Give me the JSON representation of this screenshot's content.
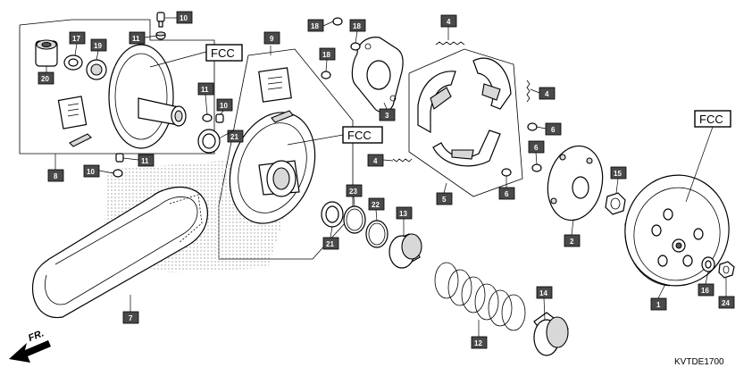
{
  "diagram_code": "KVTDE1700",
  "direction_label": "FR.",
  "fcc_label": "FCC",
  "callouts": [
    {
      "id": "c10a",
      "label": "10"
    },
    {
      "id": "c11a",
      "label": "11"
    },
    {
      "id": "c17",
      "label": "17"
    },
    {
      "id": "c19",
      "label": "19"
    },
    {
      "id": "c20",
      "label": "20"
    },
    {
      "id": "c8",
      "label": "8"
    },
    {
      "id": "c10b",
      "label": "10"
    },
    {
      "id": "c11b",
      "label": "11"
    },
    {
      "id": "c9",
      "label": "9"
    },
    {
      "id": "c11c",
      "label": "11"
    },
    {
      "id": "c10c",
      "label": "10"
    },
    {
      "id": "c21a",
      "label": "21"
    },
    {
      "id": "c18a",
      "label": "18"
    },
    {
      "id": "c18b",
      "label": "18"
    },
    {
      "id": "c18c",
      "label": "18"
    },
    {
      "id": "c3",
      "label": "3"
    },
    {
      "id": "c4a",
      "label": "4"
    },
    {
      "id": "c4b",
      "label": "4"
    },
    {
      "id": "c4c",
      "label": "4"
    },
    {
      "id": "c5",
      "label": "5"
    },
    {
      "id": "c6a",
      "label": "6"
    },
    {
      "id": "c6b",
      "label": "6"
    },
    {
      "id": "c6c",
      "label": "6"
    },
    {
      "id": "c2",
      "label": "2"
    },
    {
      "id": "c15",
      "label": "15"
    },
    {
      "id": "c1",
      "label": "1"
    },
    {
      "id": "c16",
      "label": "16"
    },
    {
      "id": "c24",
      "label": "24"
    },
    {
      "id": "c7",
      "label": "7"
    },
    {
      "id": "c23",
      "label": "23"
    },
    {
      "id": "c22",
      "label": "22"
    },
    {
      "id": "c13",
      "label": "13"
    },
    {
      "id": "c21b",
      "label": "21"
    },
    {
      "id": "c12",
      "label": "12"
    },
    {
      "id": "c14",
      "label": "14"
    }
  ]
}
